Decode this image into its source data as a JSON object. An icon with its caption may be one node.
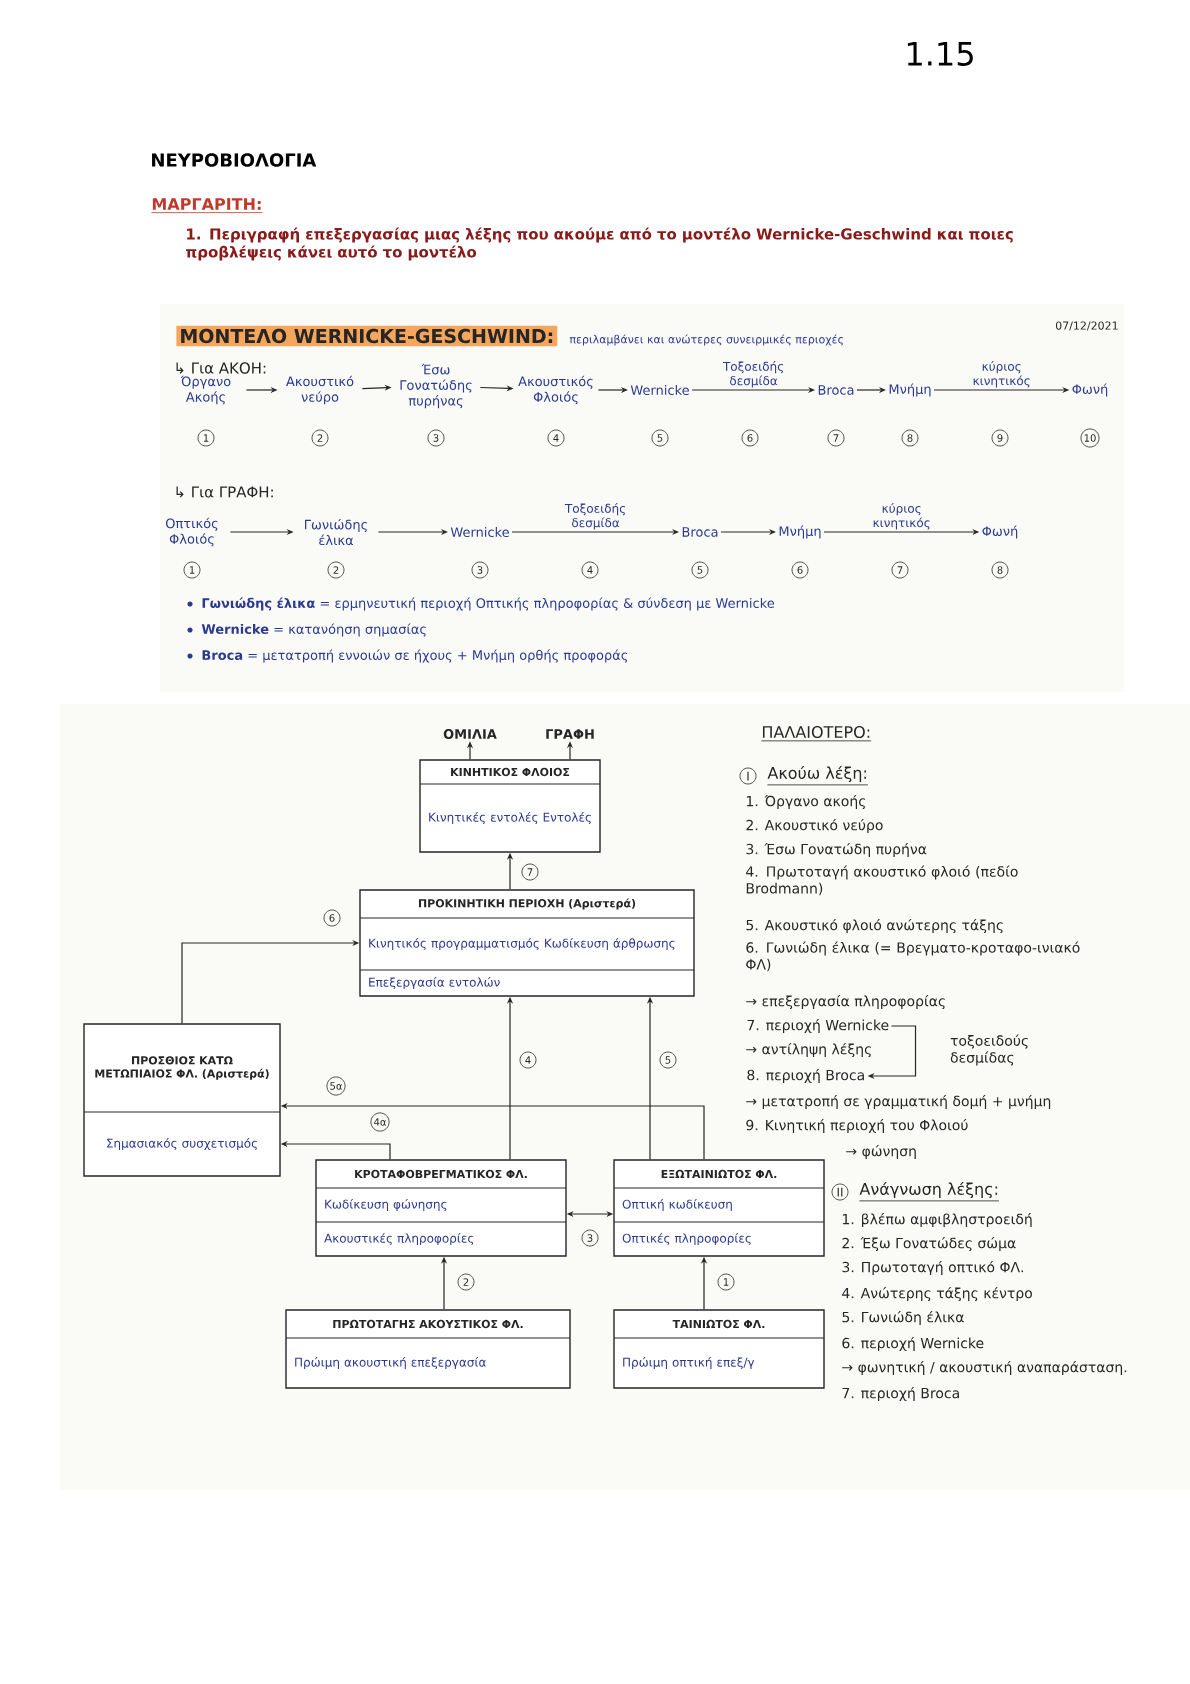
{
  "diagram": {
    "title": "ΝΕΥΡΟΒΙΟΛΟΓΙΑ",
    "nodes": [
      {
        "text": [
          "Όργανο Ακοής"
        ],
        "beside": [
          "1"
        ]
      },
      {
        "text": [
          "Ακουστικό νεύρο"
        ],
        "beside": [
          "2"
        ]
      },
      {
        "text": [
          "Έσω Γονατώδης πυρήνας"
        ],
        "beside": [
          "3"
        ]
      },
      {
        "text": [
          "Ακουστικός Φλοιός"
        ],
        "beside": [
          "4"
        ]
      },
      {
        "text": [
          "Wernicke"
        ],
        "beside": [
          "5"
        ]
      },
      {
        "text": [
          "Broca"
        ],
        "beside": [
          "7"
        ]
      },
      {
        "text": [
          "Μνήμη"
        ],
        "beside": [
          "8"
        ]
      },
      {
        "text": [
          "Φωνή"
        ],
        "beside": [
          "10"
        ]
      },
      {
        "text": [
          "Οπτικός Φλοιός"
        ],
        "beside": [
          "1"
        ]
      },
      {
        "text": [
          "Γωνιώδης έλικα"
        ],
        "beside": [
          "2"
        ]
      },
      {
        "text": [
          "Wernicke"
        ],
        "beside": [
          "3"
        ]
      },
      {
        "text": [
          "Broca"
        ],
        "beside": [
          "5"
        ]
      },
      {
        "text": [
          "Μνήμη"
        ],
        "beside": [
          "6"
        ]
      },
      {
        "text": [
          "Φωνή"
        ],
        "beside": [
          "8"
        ]
      },
      {
        "text": [
          "ΟΜΙΛΙΑ"
        ]
      },
      {
        "text": [
          "ΓΡΑΦΗ"
        ]
      },
      {
        "text": [
          "ΚΙΝΗΤΙΚΟΣ ΦΛΟΙΟΣ",
          "Κινητικές εντολές Εντολές"
        ]
      },
      {
        "text": [
          "ΠΡΟΚΙΝΗΤΙΚΗ ΠΕΡΙΟΧΗ (Αριστερά)",
          "Κινητικός προγραμματισμός Κωδίκευση άρθρωσης",
          "Επεξεργασία εντολών"
        ]
      },
      {
        "text": [
          "ΠΡΟΣΘΙΟΣ ΚΑΤΩ ΜΕΤΩΠΙΑΙΟΣ ΦΛ. (Αριστερά)",
          "Σημασιακός συσχετισμός"
        ]
      },
      {
        "text": [
          "ΚΡΟΤΑΦΟΒΡΕΓΜΑΤΙΚΟΣ ΦΛ.",
          "Κωδίκευση φώνησης",
          "Ακουστικές πληροφορίες"
        ]
      },
      {
        "text": [
          "ΕΞΩΤΑΙΝΙΩΤΟΣ ΦΛ.",
          "Οπτική κωδίκευση",
          "Οπτικές πληροφορίες"
        ]
      },
      {
        "text": [
          "ΠΡΩΤΟΤΑΓΗΣ ΑΚΟΥΣΤΙΚΟΣ ΦΛ.",
          "Πρώιμη ακουστική επεξεργασία"
        ]
      },
      {
        "text": [
          "ΤΑΙΝΙΩΤΟΣ ΦΛ.",
          "Πρώιμη οπτική επεξ/γ"
        ]
      },
      {
        "text": [
          "7. περιοχή Wernicke"
        ]
      },
      {
        "text": [
          "8. περιοχή Broca"
        ]
      }
    ],
    "edges": [
      {
        "from": 0,
        "to": 1,
        "arrow": "to"
      },
      {
        "from": 1,
        "to": 2,
        "arrow": "to"
      },
      {
        "from": 2,
        "to": 3,
        "arrow": "to"
      },
      {
        "from": 3,
        "to": 4,
        "arrow": "to"
      },
      {
        "from": 4,
        "to": 5,
        "arrow": "to",
        "label": "Τοξοειδής δεσμίδα"
      },
      {
        "from": 5,
        "to": 6,
        "arrow": "to"
      },
      {
        "from": 6,
        "to": 7,
        "arrow": "to",
        "label": "κύριος κινητικός"
      },
      {
        "from": 8,
        "to": 9,
        "arrow": "to"
      },
      {
        "from": 9,
        "to": 10,
        "arrow": "to"
      },
      {
        "from": 10,
        "to": 11,
        "arrow": "to",
        "label": "Τοξοειδής δεσμίδα"
      },
      {
        "from": 11,
        "to": 12,
        "arrow": "to"
      },
      {
        "from": 12,
        "to": 13,
        "arrow": "to",
        "label": "κύριος κινητικός"
      },
      {
        "from": 16,
        "to": 14,
        "arrow": "to"
      },
      {
        "from": 16,
        "to": 15,
        "arrow": "to"
      },
      {
        "from": 17,
        "to": 16,
        "arrow": "to",
        "label": "7"
      },
      {
        "from": 18,
        "to": 17,
        "arrow": "to",
        "label": "6"
      },
      {
        "from": 19,
        "to": 17,
        "arrow": "to",
        "label": "4"
      },
      {
        "from": 20,
        "to": 17,
        "arrow": "to",
        "label": "5"
      },
      {
        "from": 20,
        "to": 18,
        "arrow": "to",
        "label": "5α"
      },
      {
        "from": 19,
        "to": 18,
        "arrow": "to",
        "label": "4α"
      },
      {
        "from": 19,
        "to": 20,
        "arrow": "both",
        "label": "3"
      },
      {
        "from": 21,
        "to": 19,
        "arrow": "to",
        "label": "2"
      },
      {
        "from": 22,
        "to": 20,
        "arrow": "to",
        "label": "1"
      },
      {
        "from": 23,
        "to": 24,
        "arrow": "to",
        "label": "τοξοειδούς δεσμίδας"
      }
    ],
    "labels": [
      "1.15",
      "ΜΑΡΓΑΡΙΤΗ:",
      "1. Περιγραφή επεξεργασίας μιας λέξης που ακούμε από το μοντέλο Wernicke-Geschwind και ποιες προβλέψεις κάνει αυτό το μοντέλο",
      "ΜΟΝΤΕΛΟ WERNICKE-GESCHWIND:",
      "περιλαμβάνει και ανώτερες συνειρμικές περιοχές",
      "07/12/2021",
      "↳ Για ΑΚΟΗ:",
      "6",
      "9",
      "↳ Για ΓΡΑΦΗ:",
      "4",
      "7",
      "**Γωνιώδης έλικα** = ερμηνευτική περιοχή Οπτικής πληροφορίας & σύνδεση με Wernicke",
      "**Wernicke** = κατανόηση σημασίας",
      "**Broca** = μετατροπή εννοιών σε ήχους + Μνήμη ορθής προφοράς",
      "ΠΑΛΑΙΟΤΕΡΟ:",
      "I",
      "Ακούω λέξη:",
      "1. Όργανο ακοής",
      "2. Ακουστικό νεύρο",
      "3. Έσω Γονατώδη πυρήνα",
      "4. Πρωτοταγή ακουστικό φλοιό (πεδίο Brodmann)",
      "5. Ακουστικό φλοιό ανώτερης τάξης",
      "6. Γωνιώδη έλικα (= Βρεγματο-κροταφο-ινιακό ΦΛ)",
      "→ επεξεργασία πληροφορίας",
      "→ αντίληψη λέξης",
      "→ μετατροπή σε γραμματική δομή + μνήμη",
      "9. Κινητική περιοχή του Φλοιού",
      "→ φώνηση",
      "II",
      "Ανάγνωση λέξης:",
      "1. βλέπω αμφιβληστροειδή",
      "2. Έξω Γονατώδες σώμα",
      "3. Πρωτοταγή οπτικό ΦΛ.",
      "4. Ανώτερης τάξης κέντρο",
      "5. Γωνιώδη έλικα",
      "6. περιοχή Wernicke",
      "→ φωνητική / ακουστική αναπαράσταση.",
      "7. περιοχή Broca"
    ]
  }
}
